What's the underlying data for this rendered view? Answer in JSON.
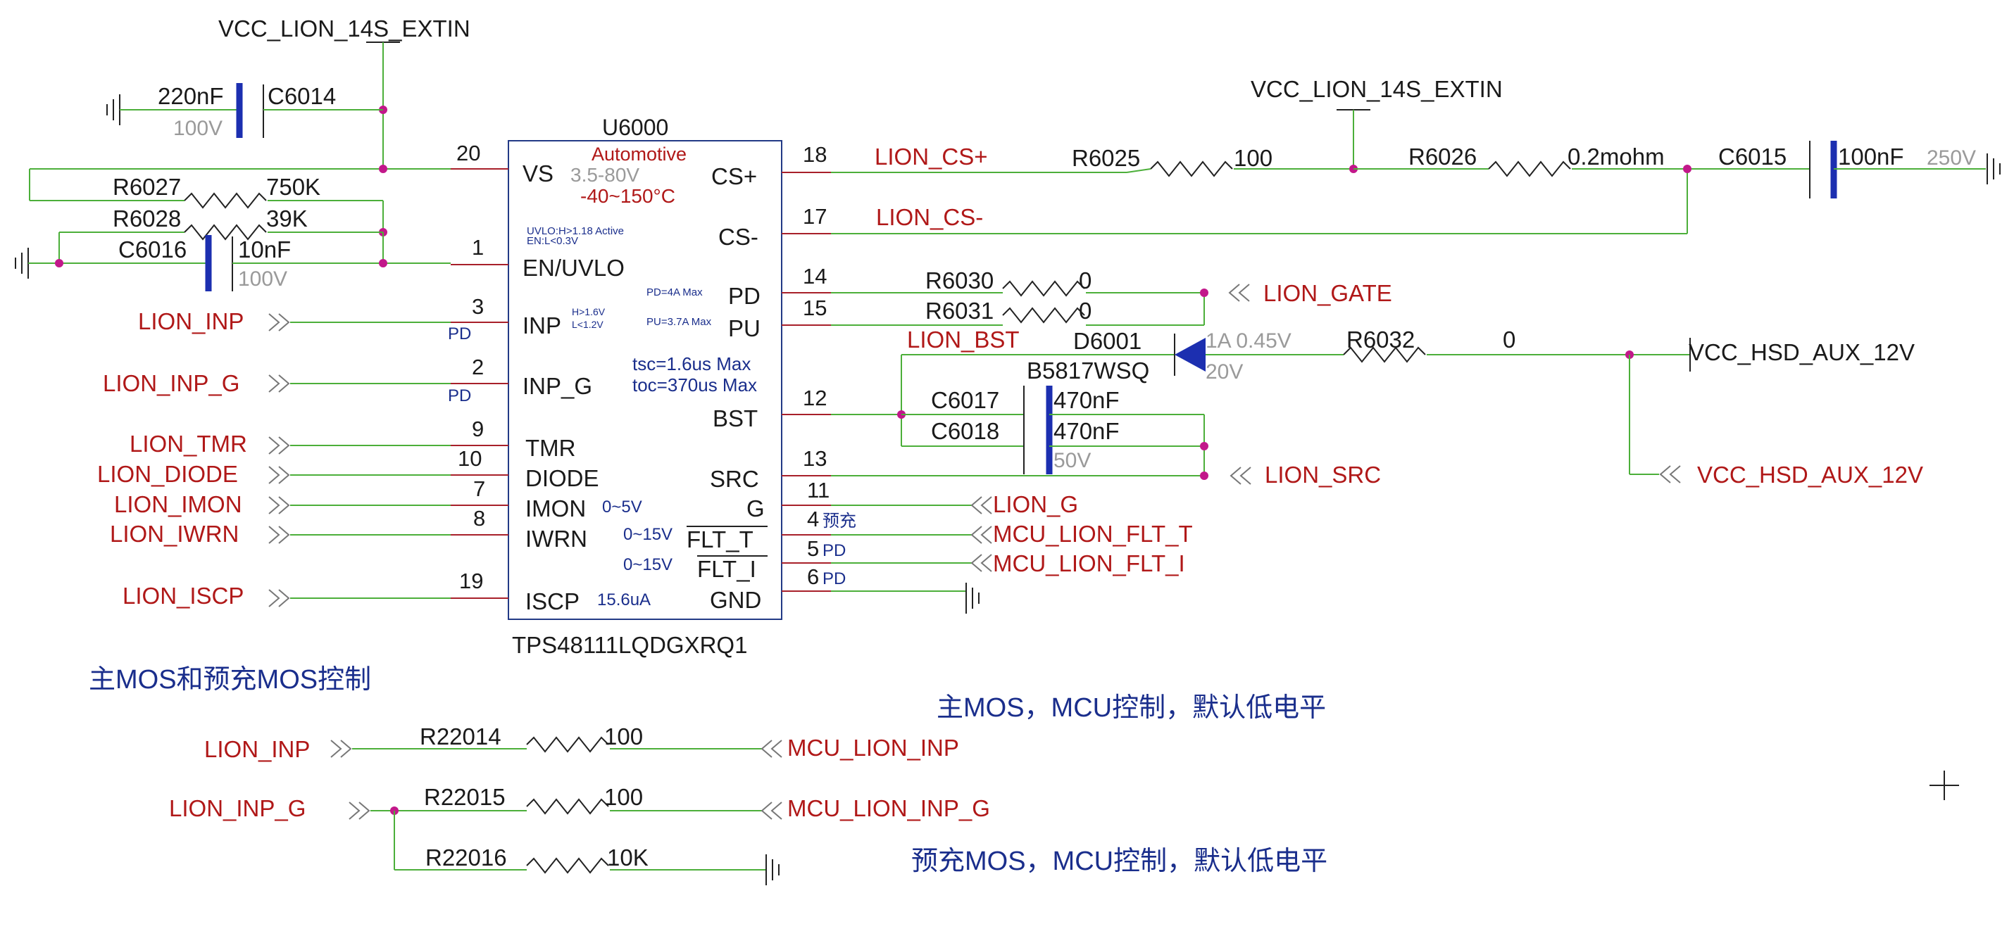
{
  "ic": {
    "refdes": "U6000",
    "part": "TPS48111LQDGXRQ1",
    "grade": "Automotive",
    "temp": "-40~150°C",
    "vs_range": "3.5-80V",
    "uvlo_note1": "UVLO:H>1.18 Active",
    "uvlo_note2": "EN:L<0.3V",
    "inp_note1": "H>1.6V",
    "inp_note2": "L<1.2V",
    "pd_note": "PD=4A Max",
    "pu_note": "PU=3.7A Max",
    "tsc": "tsc=1.6us Max",
    "toc": "toc=370us Max",
    "left_pins": [
      {
        "num": "20",
        "name": "VS"
      },
      {
        "num": "1",
        "name": "EN/UVLO"
      },
      {
        "num": "3",
        "name": "INP"
      },
      {
        "num": "2",
        "name": "INP_G"
      },
      {
        "num": "9",
        "name": "TMR"
      },
      {
        "num": "10",
        "name": "DIODE"
      },
      {
        "num": "7",
        "name": "IMON"
      },
      {
        "num": "8",
        "name": "IWRN"
      },
      {
        "num": "19",
        "name": "ISCP"
      }
    ],
    "right_pins": [
      {
        "num": "18",
        "name": "CS+"
      },
      {
        "num": "17",
        "name": "CS-"
      },
      {
        "num": "14",
        "name": "PD"
      },
      {
        "num": "15",
        "name": "PU"
      },
      {
        "num": "12",
        "name": "BST"
      },
      {
        "num": "13",
        "name": "SRC"
      },
      {
        "num": "11",
        "name": "G"
      },
      {
        "num": "4",
        "name": "FLT_T"
      },
      {
        "num": "5",
        "name": "FLT_I"
      },
      {
        "num": "6",
        "name": "GND"
      }
    ],
    "imon_range": "0~5V",
    "iwrn_range": "0~15V",
    "fltt_range": "0~15V",
    "iscp_current": "15.6uA",
    "pd_tag": "PD",
    "precharge_tag": "预充"
  },
  "nets": {
    "supply": "VCC_LION_14S_EXTIN",
    "cs_plus": "LION_CS+",
    "cs_minus": "LION_CS-",
    "gate": "LION_GATE",
    "bst": "LION_BST",
    "src": "LION_SRC",
    "g": "LION_G",
    "flt_t": "MCU_LION_FLT_T",
    "flt_i": "MCU_LION_FLT_I",
    "hsd_aux": "VCC_HSD_AUX_12V",
    "inp": "LION_INP",
    "inp_g": "LION_INP_G",
    "tmr": "LION_TMR",
    "diode": "LION_DIODE",
    "imon": "LION_IMON",
    "iwrn": "LION_IWRN",
    "iscp": "LION_ISCP",
    "mcu_inp": "MCU_LION_INP",
    "mcu_inp_g": "MCU_LION_INP_G"
  },
  "components": {
    "c6014": {
      "ref": "C6014",
      "value": "220nF",
      "voltage": "100V"
    },
    "r6027": {
      "ref": "R6027",
      "value": "750K"
    },
    "r6028": {
      "ref": "R6028",
      "value": "39K"
    },
    "c6016": {
      "ref": "C6016",
      "value": "10nF",
      "voltage": "100V"
    },
    "r6025": {
      "ref": "R6025",
      "value": "100"
    },
    "r6026": {
      "ref": "R6026",
      "value": "0.2mohm"
    },
    "c6015": {
      "ref": "C6015",
      "value": "100nF",
      "voltage": "250V"
    },
    "r6030": {
      "ref": "R6030",
      "value": "0"
    },
    "r6031": {
      "ref": "R6031",
      "value": "0"
    },
    "d6001": {
      "ref": "D6001",
      "part": "B5817WSQ",
      "rating": "1A 0.45V",
      "vr": "20V"
    },
    "r6032": {
      "ref": "R6032",
      "value": "0"
    },
    "c6017": {
      "ref": "C6017",
      "value": "470nF"
    },
    "c6018": {
      "ref": "C6018",
      "value": "470nF",
      "voltage": "50V"
    },
    "r22014": {
      "ref": "R22014",
      "value": "100"
    },
    "r22015": {
      "ref": "R22015",
      "value": "100"
    },
    "r22016": {
      "ref": "R22016",
      "value": "10K"
    }
  },
  "notes": {
    "section_title": "主MOS和预充MOS控制",
    "main_mos_note": "主MOS，MCU控制，默认低电平",
    "pre_mos_note": "预充MOS，MCU控制，默认低电平"
  },
  "colors": {
    "wire": "#4caf3a",
    "net_label": "#b01818",
    "capacitor": "#1c2fb0",
    "junction": "#c2188a",
    "note": "#1a2e8c"
  }
}
